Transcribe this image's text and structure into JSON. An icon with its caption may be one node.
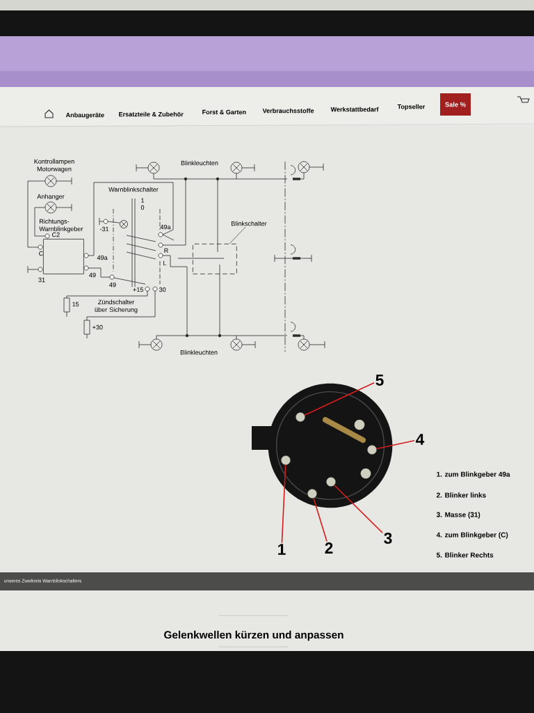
{
  "diagram": {
    "nodes": [
      {
        "text": [
          "Richtungs-Warnblinkgeber"
        ],
        "beside": [
          "C2",
          "C",
          "31",
          "49a",
          "49"
        ]
      },
      {
        "text": [
          "Blinkschalter"
        ]
      },
      {
        "text": [],
        "shape": "box"
      },
      {
        "text": [
          "5"
        ]
      },
      {
        "text": [
          "4"
        ]
      },
      {
        "text": [
          "1"
        ]
      },
      {
        "text": [
          "2"
        ]
      },
      {
        "text": [
          "3"
        ]
      },
      {
        "text": [],
        "shape": "circle"
      },
      {
        "text": [],
        "shape": "circle"
      },
      {
        "text": [],
        "shape": "circle"
      },
      {
        "text": [],
        "shape": "circle"
      },
      {
        "text": [],
        "shape": "circle"
      },
      {
        "text": [
          "Sale %"
        ]
      }
    ],
    "edges": [
      {
        "from": 1,
        "to": 2,
        "arrow": "none",
        "color": "#333333"
      },
      {
        "from": 3,
        "to": 9,
        "arrow": "none"
      },
      {
        "from": 4,
        "to": 12,
        "arrow": "none"
      },
      {
        "from": 5,
        "to": 8,
        "arrow": "none"
      },
      {
        "from": 6,
        "to": 10,
        "arrow": "none"
      },
      {
        "from": 7,
        "to": 11,
        "arrow": "none"
      }
    ],
    "labels": [
      "Anbaugeräte",
      "Ersatzteile & Zubehör",
      "Forst & Garten",
      "Verbrauchsstoffe",
      "Werkstattbedarf",
      "Topseller",
      "Kontrollampen Motorwagen",
      "Anhanger",
      "Warnblinkschalter",
      "-31",
      "1",
      "0",
      "49a",
      "R",
      "L",
      "49",
      "+15",
      "30",
      "15",
      "Zündschalter über Sicherung",
      "+30",
      "Blinkleuchten",
      "Blinkleuchten",
      "1. zum Blinkgeber 49a",
      "2. Blinker links",
      "3. Masse (31)",
      "4. zum Blinkgeber (C)",
      "5. Blinker Rechts",
      "unseres Zweikreis Warnblinkschalters",
      "Gelenkwellen kürzen und anpassen"
    ]
  }
}
